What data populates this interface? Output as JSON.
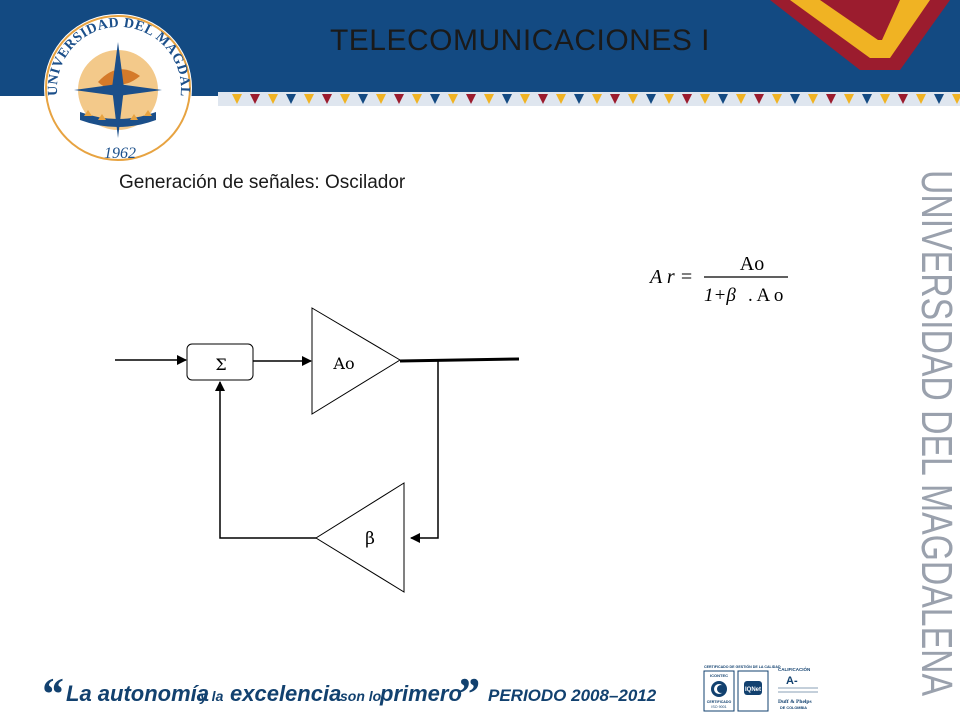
{
  "header": {
    "title": "TELECOMUNICACIONES I",
    "band_color": "#134a82",
    "accent_color": "#f0b323",
    "accent_dark": "#9b1c2e"
  },
  "logo": {
    "ring_text": "UNIVERSIDAD DEL MAGDALENA",
    "year": "1962"
  },
  "slide": {
    "subtitle": "Generación de señales: Oscilador"
  },
  "diagram": {
    "summer_label": "Σ",
    "amplifier_label": "Ao",
    "feedback_label": "β"
  },
  "formula": {
    "lhs": "A r =",
    "numerator": "Ao",
    "denominator_left": "1+β",
    "denominator_right": ". A o"
  },
  "side_brand": {
    "text": "UNIVERSIDAD DEL MAGDALENA"
  },
  "footer": {
    "open_quote": "“",
    "w1": "La autonomía",
    "w2": "y la",
    "w3": "excelencia",
    "w4": "son lo",
    "w5": "primero",
    "close_quote": "”",
    "period": "PERIODO 2008–2012",
    "text_color": "#12416f"
  },
  "badges": {
    "cert1_title": "CERTIFICADO DE GESTIÓN DE LA CALIDAD",
    "cert1_org": "ICONTEC",
    "cert1_label": "CERTIFICADO",
    "cert1_std": "ISO 9001",
    "cert2_org": "IQNet",
    "rating_title": "CALIFICACIÓN",
    "rating_grade": "A-",
    "rating_org": "Duff & Phelps",
    "rating_country": "DE COLOMBIA"
  }
}
